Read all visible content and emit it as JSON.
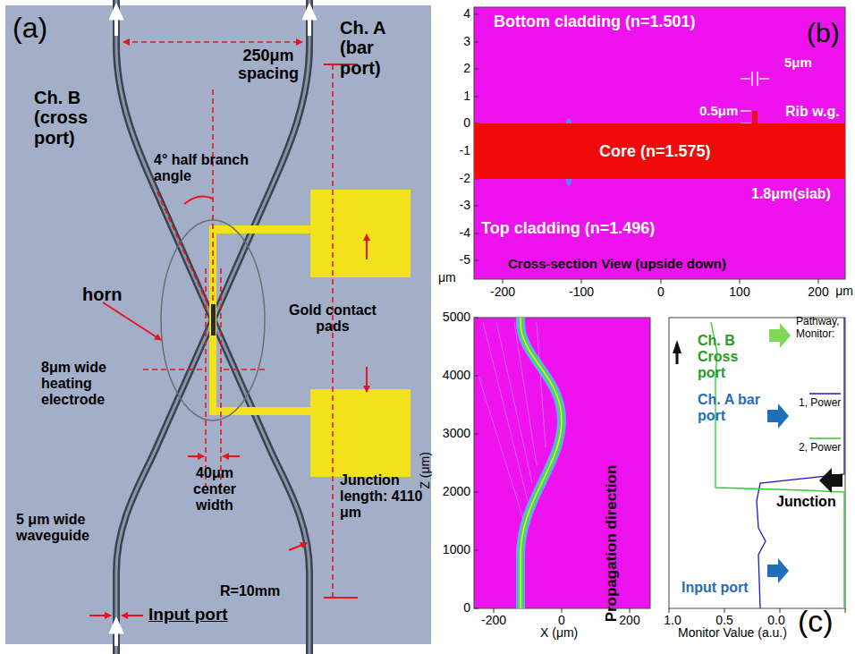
{
  "diagram": {
    "nodes": [
      {
        "text": [
          "Core (n=1.575)"
        ]
      }
    ],
    "labels": [
      "(a)",
      "250μm spacing",
      "Ch. A (bar port)",
      "Ch. B (cross port)",
      "4° half branch angle",
      "horn",
      "8μm wide heating electrode",
      "Gold contact pads",
      "40μm center width",
      "Junction length: 4110 μm",
      "5 μm wide waveguide",
      "R=10mm",
      "Input port",
      "Bottom cladding (n=1.501)",
      "(b)",
      "5μm",
      "0.5μm",
      "Rib w.g.",
      "1.8μm(slab)",
      "Top cladding (n=1.496)",
      "Cross-section View (upside down)",
      "4",
      "3",
      "2",
      "1",
      "0",
      "-1",
      "-2",
      "-3",
      "-4",
      "-5",
      "μm",
      "-200",
      "-100",
      "0",
      "100",
      "200",
      "μm",
      "5000",
      "4000",
      "3000",
      "2000",
      "1000",
      "0",
      "Z (μm)",
      "-200",
      "0",
      "200",
      "X (μm)",
      "Pathway,",
      "Monitor:",
      "1, Power",
      "2, Power",
      "Ch. B Cross port",
      "Ch. A bar port",
      "Propagation direction",
      "Junction",
      "Input port",
      "1.0",
      "0.5",
      "0.0",
      "Monitor Value (a.u.)",
      "(c)"
    ]
  }
}
